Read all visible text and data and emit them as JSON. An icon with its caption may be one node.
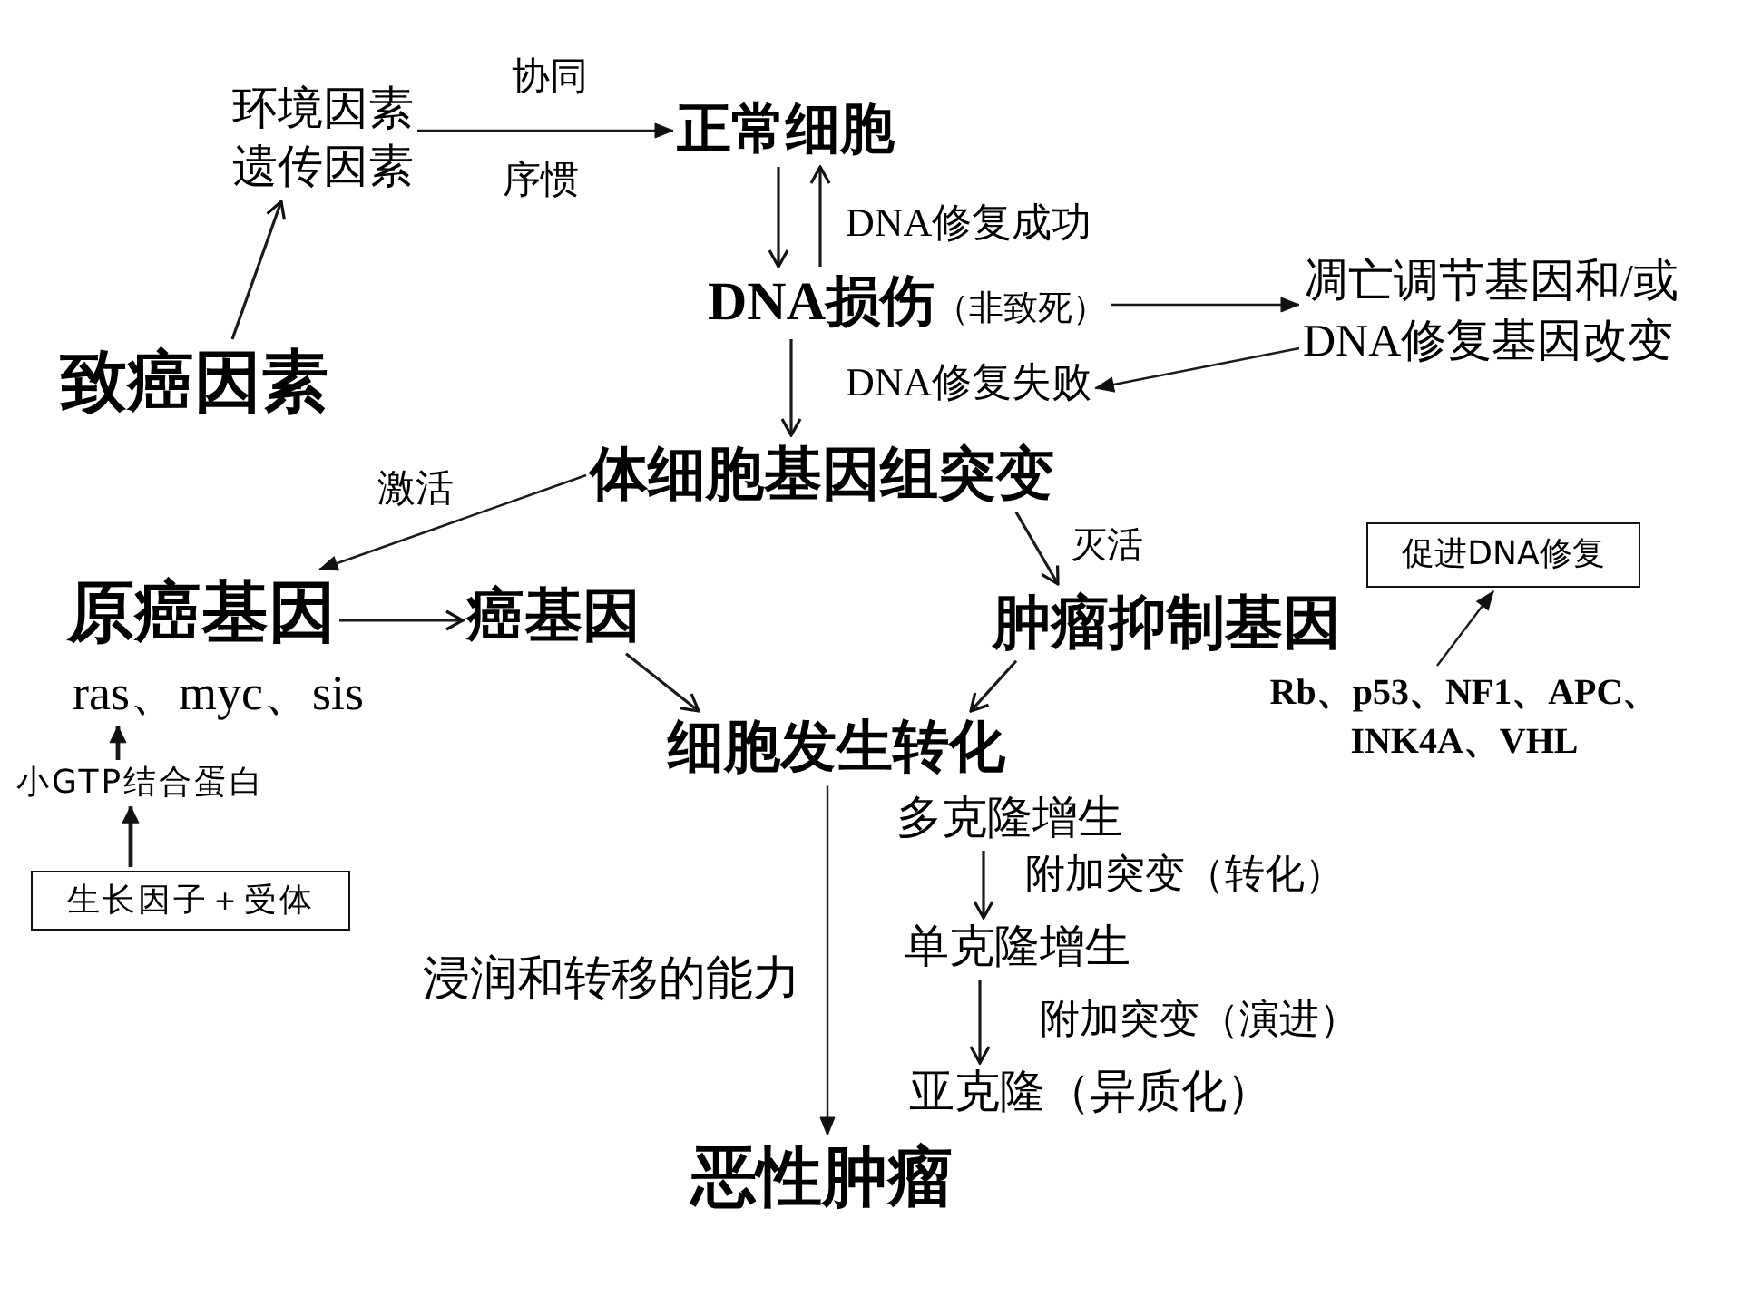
{
  "diagram": {
    "nodes": [
      {
        "text": [
          "环境因素",
          "遗传因素"
        ]
      },
      {
        "text": [
          "正常细胞"
        ]
      },
      {
        "text": [
          "DNA损伤",
          "（非致死）"
        ]
      },
      {
        "text": [
          "凋亡调节基因和/或DNA修复基因改变"
        ]
      },
      {
        "text": [
          "致癌因素"
        ]
      },
      {
        "text": [
          "DNA修复失败"
        ]
      },
      {
        "text": [
          "体细胞基因组突变"
        ]
      },
      {
        "text": [
          "促进DNA修复"
        ]
      },
      {
        "text": [
          "原癌基因"
        ]
      },
      {
        "text": [
          "癌基因"
        ]
      },
      {
        "text": [
          "肿瘤抑制基因"
        ]
      },
      {
        "text": [
          "ras、myc、sis"
        ]
      },
      {
        "text": [
          "Rb、p53、NF1、APC、INK4A、VHL"
        ]
      },
      {
        "text": [
          "细胞发生转化"
        ]
      },
      {
        "text": [
          "小GTP结合蛋白"
        ]
      },
      {
        "text": [
          "多克隆增生"
        ]
      },
      {
        "text": [
          "生长因子＋受体"
        ]
      },
      {
        "text": [
          "单克隆增生"
        ]
      },
      {
        "text": [
          "亚克隆（异质化）"
        ]
      },
      {
        "text": [
          "恶性肿瘤"
        ]
      }
    ],
    "edges": [
      {
        "from": 4,
        "to": 0,
        "arrow": "to"
      },
      {
        "from": 0,
        "to": 1,
        "arrow": "to",
        "label": "协同"
      },
      {
        "from": 1,
        "to": 2,
        "arrow": "to"
      },
      {
        "from": 2,
        "to": 1,
        "arrow": "to",
        "label": "DNA修复成功"
      },
      {
        "from": 2,
        "to": 3,
        "arrow": "to"
      },
      {
        "from": 3,
        "to": 5,
        "arrow": "to"
      },
      {
        "from": 2,
        "to": 6,
        "arrow": "to"
      },
      {
        "from": 6,
        "to": 8,
        "arrow": "to",
        "label": "激活"
      },
      {
        "from": 6,
        "to": 10,
        "arrow": "to",
        "label": "灭活"
      },
      {
        "from": 8,
        "to": 9,
        "arrow": "to"
      },
      {
        "from": 9,
        "to": 13,
        "arrow": "to"
      },
      {
        "from": 10,
        "to": 13,
        "arrow": "to"
      },
      {
        "from": 12,
        "to": 7,
        "arrow": "to"
      },
      {
        "from": 14,
        "to": 11,
        "arrow": "to"
      },
      {
        "from": 16,
        "to": 14,
        "arrow": "to"
      },
      {
        "from": 13,
        "to": 19,
        "arrow": "to",
        "label": "浸润和转移的能力"
      },
      {
        "from": 15,
        "to": 17,
        "arrow": "to",
        "label": "附加突变（转化）"
      },
      {
        "from": 17,
        "to": 18,
        "arrow": "to",
        "label": "附加突变（演进）"
      }
    ],
    "labels": [
      "序惯"
    ]
  }
}
